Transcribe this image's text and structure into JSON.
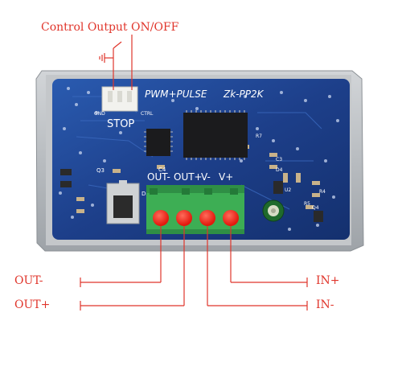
{
  "title": "Control Output ON/OFF",
  "board": {
    "model": "Zk-PP2K",
    "mode": "PWM+PULSE",
    "stop_label": "STOP",
    "gnd_label": "GND",
    "ctrl_label": "CTRL",
    "terminal_labels": [
      "OUT-",
      "OUT+",
      "V-",
      "V+"
    ],
    "ref_q3": "Q3",
    "ref_c4": "C4",
    "ref_d5": "D5",
    "ref_r7": "R7",
    "ref_c3": "C3",
    "ref_d4": "D4",
    "ref_u2": "U2",
    "ref_r5": "R5",
    "ref_r4": "R4",
    "ref_q4": "Q4"
  },
  "wire_labels": {
    "out_minus": "OUT-",
    "out_plus": "OUT+",
    "in_plus": "IN+",
    "in_minus": "IN-"
  },
  "colors": {
    "label_red": "#e0352b",
    "pcb_blue": "#1d3f8a",
    "terminal_green": "#3dae54",
    "case_gray": "#b8bcc0"
  }
}
